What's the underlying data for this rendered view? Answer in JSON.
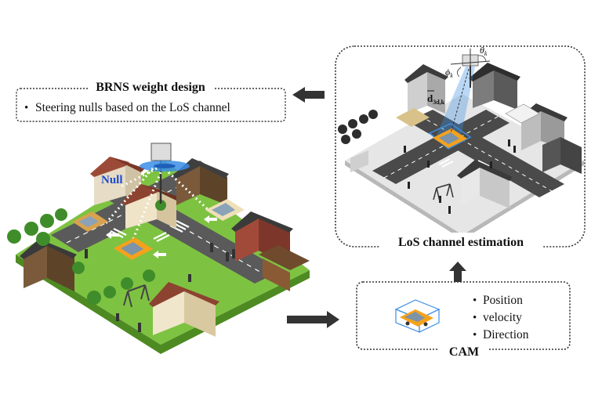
{
  "brns": {
    "title": "BRNS weight design",
    "bullets": [
      "Steering nulls based on the LoS channel"
    ]
  },
  "left_scene": {
    "null_label": "Null"
  },
  "los": {
    "caption": "LoS channel estimation",
    "symbols": {
      "theta": "θ",
      "theta_sub": "k",
      "phi": "ϕ",
      "phi_sub": "k",
      "d": "d",
      "d_sub": "3d,k"
    }
  },
  "cam": {
    "caption": "CAM",
    "bullets": [
      "Position",
      "velocity",
      "Direction"
    ]
  },
  "colors": {
    "grass": "#7ec242",
    "grass_dark": "#5e9a2c",
    "road": "#5a5a5a",
    "car": "#f4a21c",
    "beam": "#3a8ee6",
    "arrow": "#3a3a3a",
    "box_stroke": "#333333"
  }
}
